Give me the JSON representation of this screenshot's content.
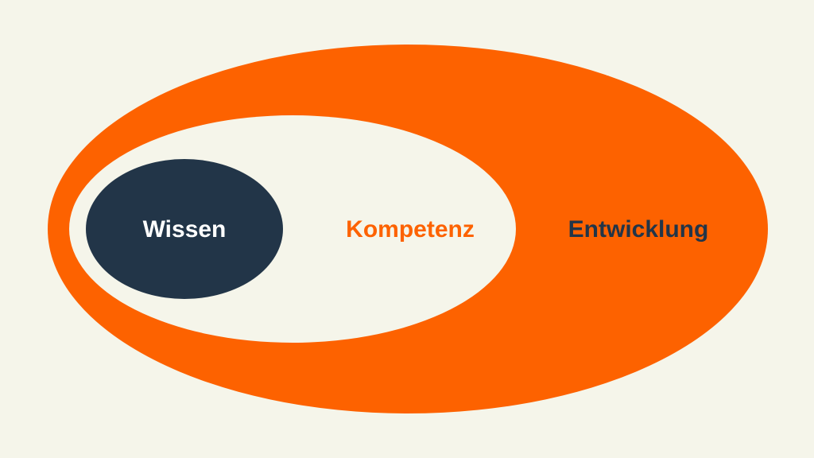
{
  "colors": {
    "background": "#f5f5ea",
    "orange": "#fd6200",
    "navy": "#223548",
    "cream": "#f5f5ea"
  },
  "labels": {
    "inner": "Wissen",
    "middle": "Kompetenz",
    "outer": "Entwicklung"
  }
}
